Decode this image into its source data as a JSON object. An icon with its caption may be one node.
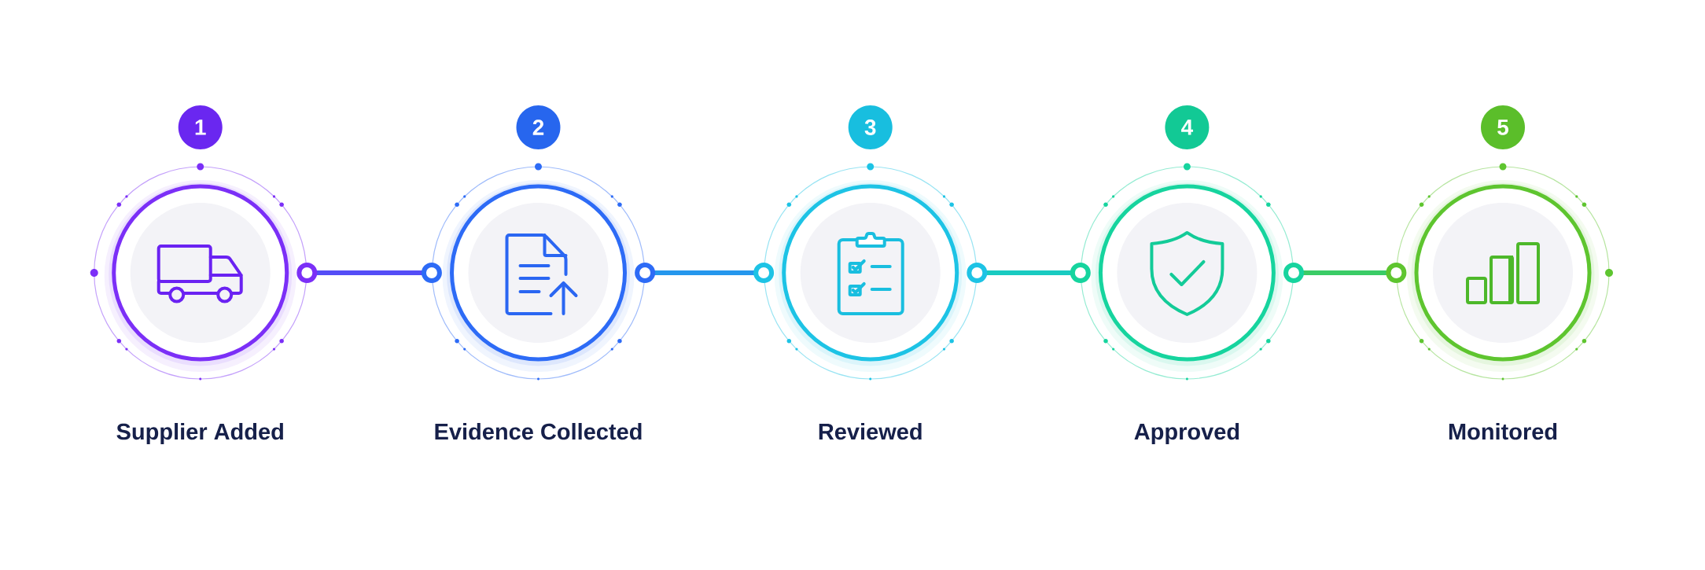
{
  "diagram": {
    "nodes": [
      {
        "text": [
          "1"
        ]
      },
      {
        "text": [
          "Supplier Added"
        ]
      },
      {
        "text": [
          "2"
        ]
      },
      {
        "text": [
          "Evidence Collected"
        ]
      },
      {
        "text": [
          "3"
        ]
      },
      {
        "text": [
          "Reviewed"
        ]
      },
      {
        "text": [
          "4"
        ]
      },
      {
        "text": [
          "Approved"
        ]
      },
      {
        "text": [
          "5"
        ]
      },
      {
        "text": [
          "Monitored"
        ]
      }
    ],
    "edges": [
      {
        "from": 1,
        "to": 3,
        "arrow": "other",
        "color": "#544df6"
      },
      {
        "from": 3,
        "to": 5,
        "arrow": "other",
        "color": "#2597ed"
      },
      {
        "from": 5,
        "to": 7,
        "arrow": "other",
        "color": "#19cbc1"
      },
      {
        "from": 7,
        "to": 9,
        "arrow": "other",
        "color": "#3acc66"
      }
    ]
  }
}
